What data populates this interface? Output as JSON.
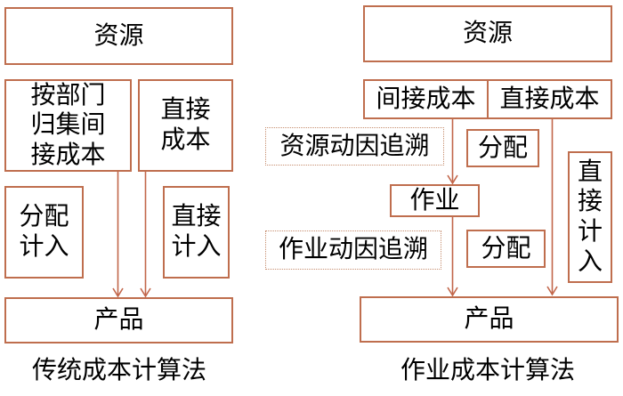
{
  "colors": {
    "box_border": "#BF6E4E",
    "dotted_border": "#C68D6E",
    "arrow": "#C2664A",
    "text": "#000000",
    "background": "#FFFFFF"
  },
  "left_diagram": {
    "caption": "传统成本计算法",
    "resource": "资源",
    "dept_indirect_cost": "按部门\n归集间\n接成本",
    "direct_cost": "直接\n成本",
    "allocate_in": "分配\n计入",
    "direct_in": "直接\n计入",
    "product": "产品"
  },
  "right_diagram": {
    "caption": "作业成本计算法",
    "resource": "资源",
    "indirect_cost": "间接成本",
    "direct_cost": "直接成本",
    "resource_driver_trace": "资源动因追溯",
    "allocation_top": "分配",
    "activity": "作业",
    "activity_driver_trace": "作业动因追溯",
    "allocation_bottom": "分配",
    "direct_in": "直\n接\n计\n入",
    "product": "产品"
  }
}
